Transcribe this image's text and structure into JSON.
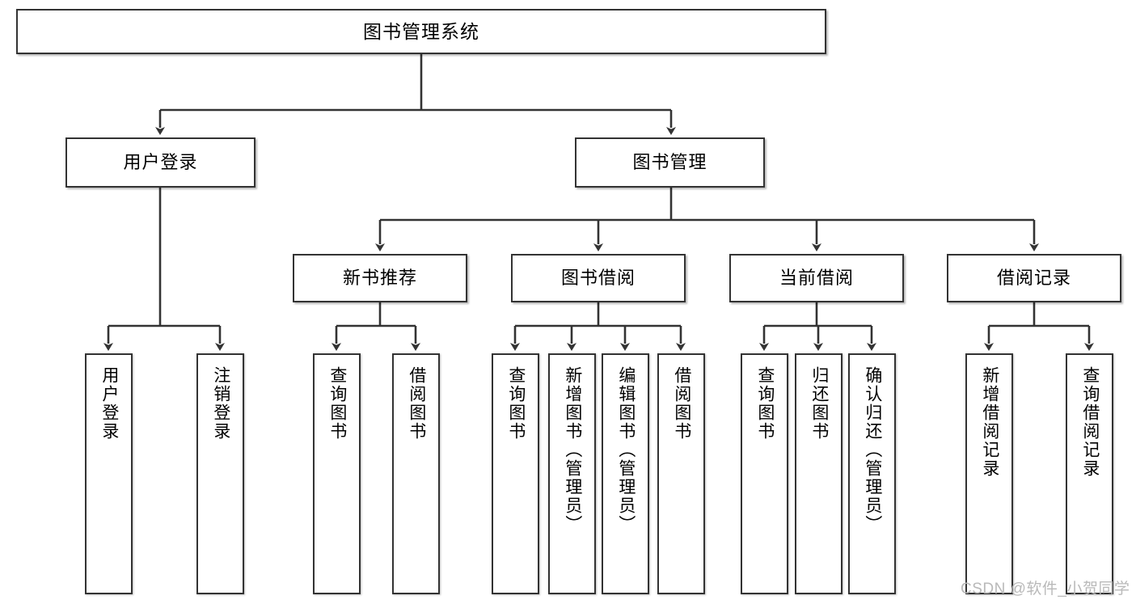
{
  "diagram": {
    "title": "图书管理系统",
    "type": "hierarchy-tree",
    "root": {
      "id": "root",
      "label": "图书管理系统"
    },
    "level2": [
      {
        "id": "user-login",
        "label": "用户登录"
      },
      {
        "id": "book-management",
        "label": "图书管理"
      }
    ],
    "level3": [
      {
        "id": "new-book-recommend",
        "label": "新书推荐",
        "parent": "book-management"
      },
      {
        "id": "book-borrow",
        "label": "图书借阅",
        "parent": "book-management"
      },
      {
        "id": "current-borrow",
        "label": "当前借阅",
        "parent": "book-management"
      },
      {
        "id": "borrow-record",
        "label": "借阅记录",
        "parent": "book-management"
      }
    ],
    "leaves": [
      {
        "id": "leaf-user-login",
        "label": "用户登录",
        "parent": "user-login"
      },
      {
        "id": "leaf-logout-login",
        "label": "注销登录",
        "parent": "user-login"
      },
      {
        "id": "leaf-query-book-1",
        "label": "查询图书",
        "parent": "new-book-recommend"
      },
      {
        "id": "leaf-borrow-book-1",
        "label": "借阅图书",
        "parent": "new-book-recommend"
      },
      {
        "id": "leaf-query-book-2",
        "label": "查询图书",
        "parent": "book-borrow"
      },
      {
        "id": "leaf-add-book",
        "label": "新增图书（管理员）",
        "parent": "book-borrow"
      },
      {
        "id": "leaf-edit-book",
        "label": "编辑图书（管理员）",
        "parent": "book-borrow"
      },
      {
        "id": "leaf-borrow-book-2",
        "label": "借阅图书",
        "parent": "book-borrow"
      },
      {
        "id": "leaf-query-book-3",
        "label": "查询图书",
        "parent": "current-borrow"
      },
      {
        "id": "leaf-return-book",
        "label": "归还图书",
        "parent": "current-borrow"
      },
      {
        "id": "leaf-confirm-return",
        "label": "确认归还（管理员）",
        "parent": "current-borrow"
      },
      {
        "id": "leaf-add-record",
        "label": "新增借阅记录",
        "parent": "borrow-record"
      },
      {
        "id": "leaf-query-record",
        "label": "查询借阅记录",
        "parent": "borrow-record"
      }
    ],
    "colors": {
      "stroke": "#333333",
      "fill": "#ffffff",
      "text": "#000000",
      "watermark": "#b9b9b9"
    }
  },
  "watermark": {
    "text": "CSDN @软件_小贺同学"
  }
}
